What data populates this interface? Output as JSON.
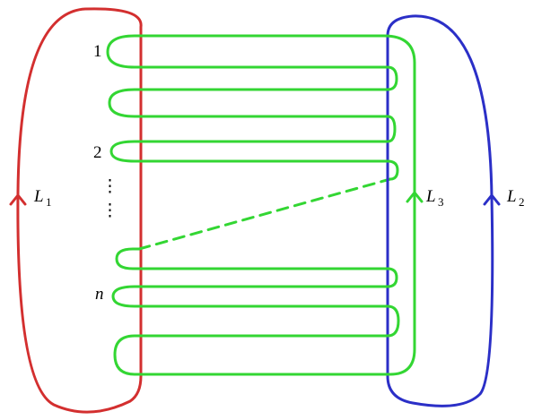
{
  "labels": {
    "strand_1": "1",
    "strand_2": "2",
    "strand_n": "n",
    "l1_main": "L",
    "l1_sub": "1",
    "l2_main": "L",
    "l2_sub": "2",
    "l3_main": "L",
    "l3_sub": "3",
    "vdots": "⋮"
  },
  "colors": {
    "L1": "#d32f2f",
    "L2": "#2b2fc7",
    "L3": "#33d633"
  }
}
